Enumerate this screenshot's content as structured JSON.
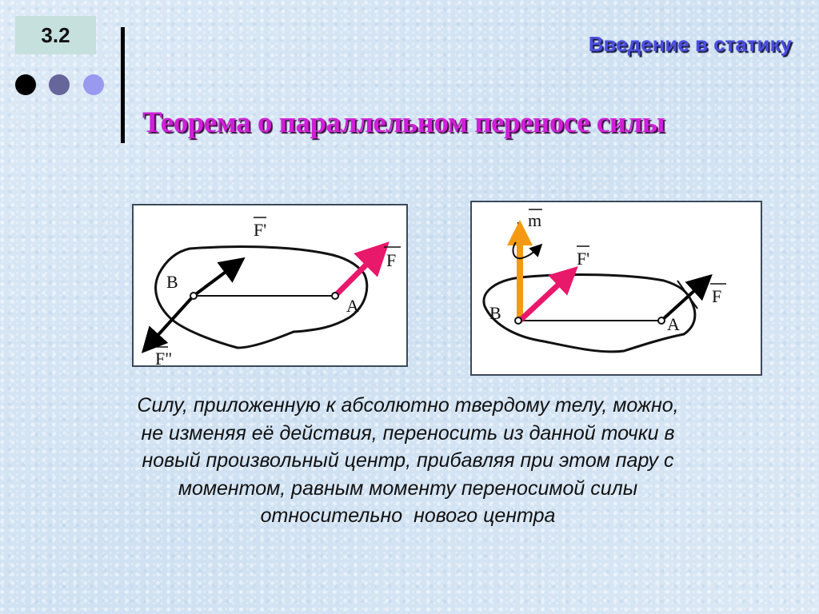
{
  "slide": {
    "number": "3.2",
    "section_title": "Введение в статику",
    "title": "Теорема о параллельном переносе силы",
    "nav_dots": [
      {
        "color": "#000000"
      },
      {
        "color": "#66669a"
      },
      {
        "color": "#9999f0"
      }
    ]
  },
  "figures": {
    "left": {
      "labels": {
        "force_F": "F",
        "force_F_prime": "F'",
        "force_F_double_prime": "F\"",
        "point_A": "A",
        "point_B": "B"
      },
      "colors": {
        "force_F": "#e8186a",
        "pair_forces": "#000000"
      }
    },
    "right": {
      "labels": {
        "moment_m": "m",
        "force_F_prime": "F'",
        "force_F": "F",
        "point_A": "A",
        "point_B": "B"
      },
      "colors": {
        "moment_m": "#f39a12",
        "force_F_prime": "#e8186a",
        "force_F_crossed": "#000000"
      }
    }
  },
  "caption": {
    "lines": [
      "Силу, приложенную к абсолютно твердому телу, можно,",
      "не изменяя её действия, переносить из данной точки в",
      "новый произвольный центр, прибавляя при этом пару с",
      "моментом, равным моменту переносимой силы",
      "относительно  нового центра"
    ]
  }
}
